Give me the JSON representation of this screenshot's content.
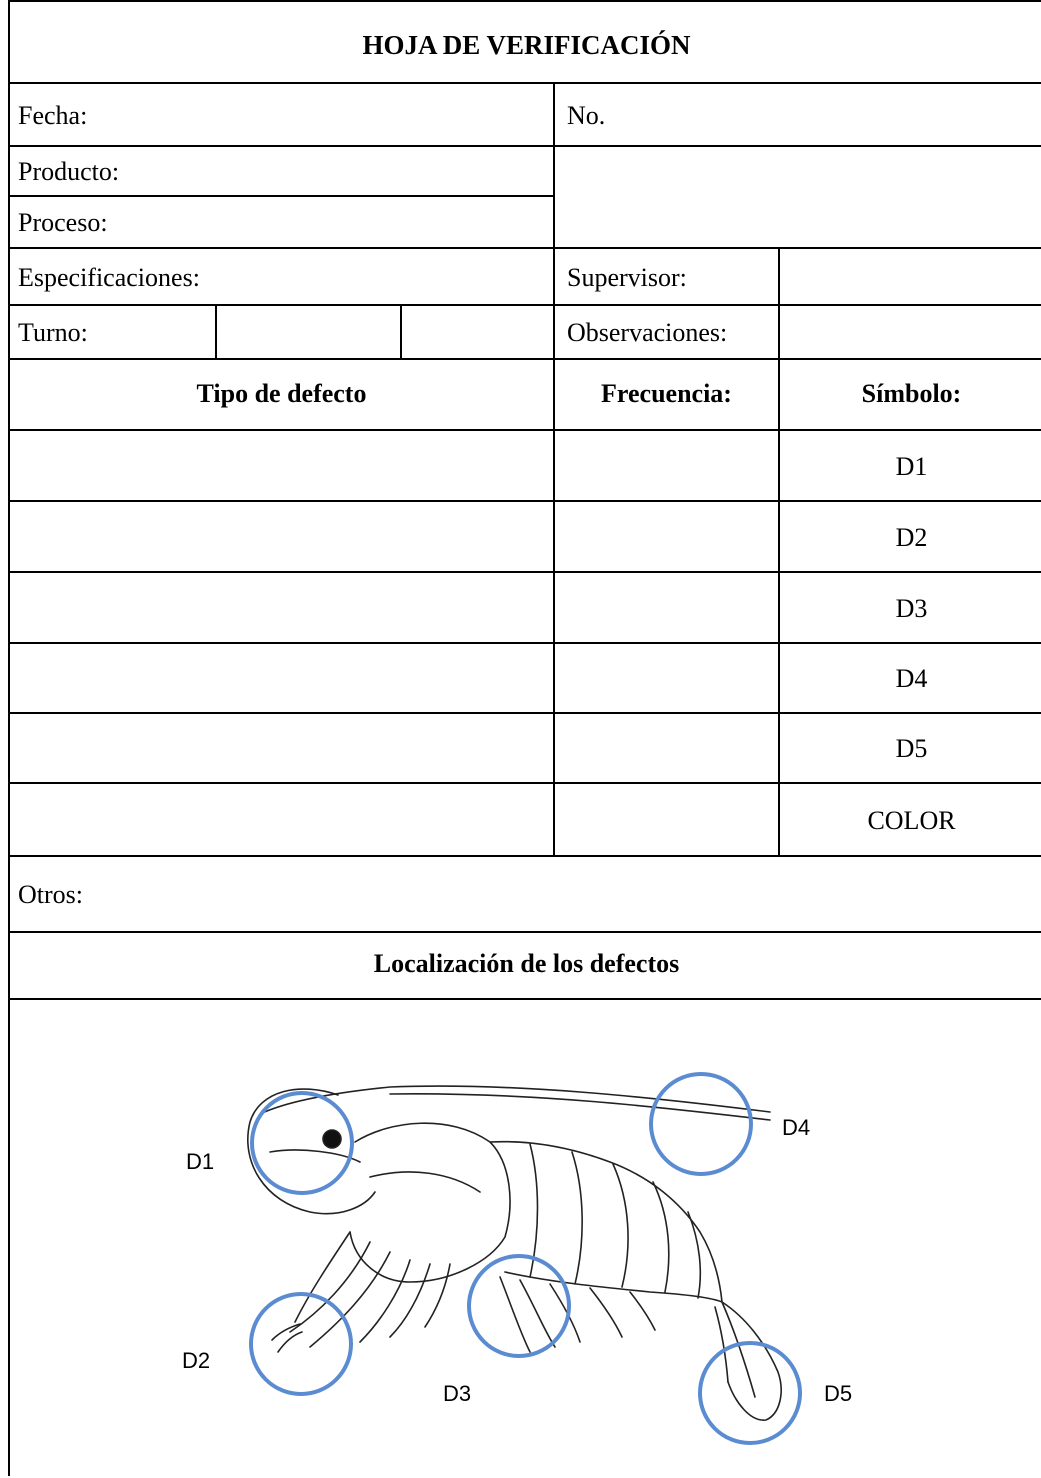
{
  "title": "HOJA DE VERIFICACIÓN",
  "header": {
    "fecha": "Fecha:",
    "no": "No.",
    "producto": "Producto:",
    "proceso": "Proceso:",
    "especificaciones": "Especificaciones:",
    "supervisor": "Supervisor:",
    "turno": "Turno:",
    "observaciones": "Observaciones:"
  },
  "table": {
    "col_tipo": "Tipo de defecto",
    "col_frecuencia": "Frecuencia:",
    "col_simbolo": "Símbolo:",
    "symbols": [
      "D1",
      "D2",
      "D3",
      "D4",
      "D5",
      "COLOR"
    ]
  },
  "otros": "Otros:",
  "localizacion": "Localización de los defectos",
  "diagram": {
    "labels": [
      "D1",
      "D2",
      "D3",
      "D4",
      "D5"
    ],
    "circle_color": "#5b8bd0",
    "subject": "shrimp-drawing"
  }
}
